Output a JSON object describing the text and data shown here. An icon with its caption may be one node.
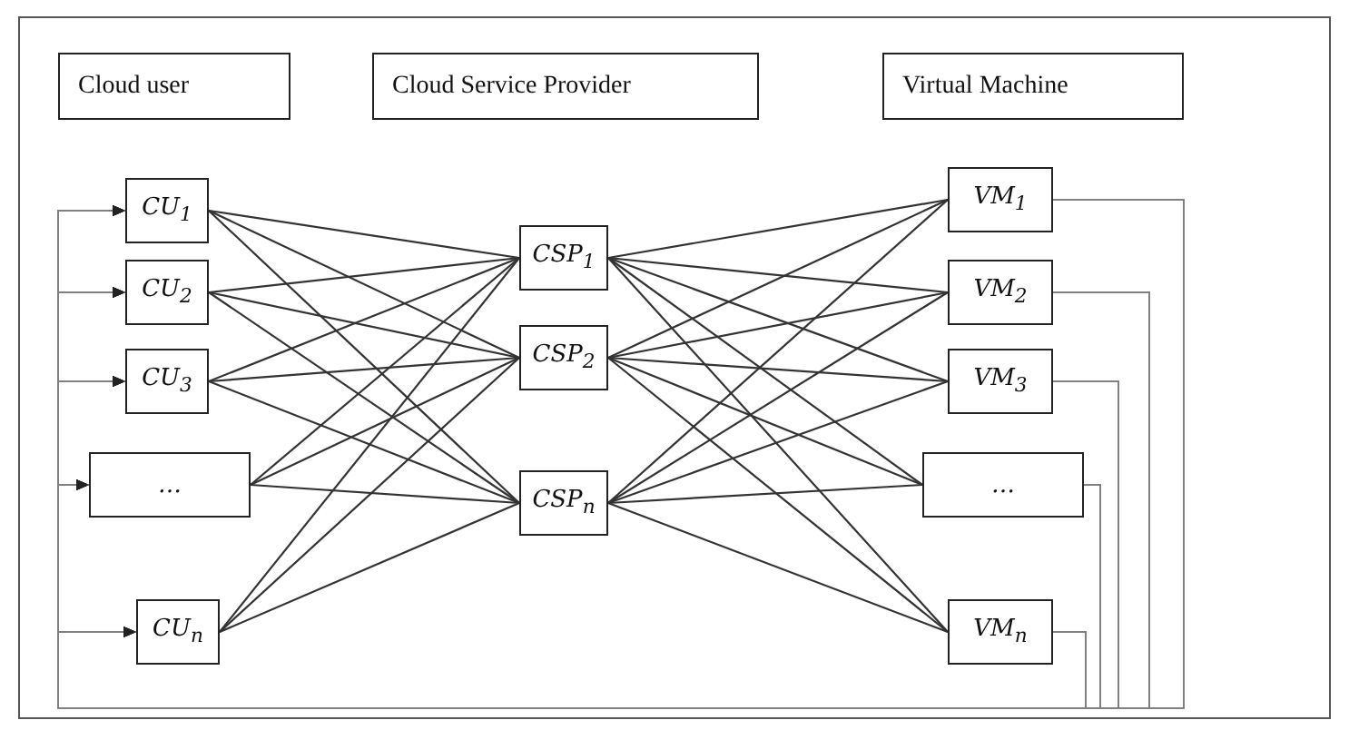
{
  "diagram": {
    "nodes": [
      {
        "text": [
          "Cloud user"
        ]
      },
      {
        "text": [
          "Cloud Service Provider"
        ]
      },
      {
        "text": [
          "Virtual Machine"
        ]
      },
      {
        "text": [
          "CU$_{1}$"
        ]
      },
      {
        "text": [
          "CU$_{2}$"
        ]
      },
      {
        "text": [
          "CU$_{3}$"
        ]
      },
      {
        "text": [
          "…"
        ]
      },
      {
        "text": [
          "CU$_{n}$"
        ]
      },
      {
        "text": [
          "CSP$_{1}$"
        ]
      },
      {
        "text": [
          "CSP$_{2}$"
        ]
      },
      {
        "text": [
          "CSP$_{n}$"
        ]
      },
      {
        "text": [
          "VM$_{1}$"
        ]
      },
      {
        "text": [
          "VM$_{2}$"
        ]
      },
      {
        "text": [
          "VM$_{3}$"
        ]
      },
      {
        "text": [
          "…"
        ]
      },
      {
        "text": [
          "VM$_{n}$"
        ]
      }
    ],
    "edges": [
      {
        "from": 3,
        "to": 8,
        "arrow": "none"
      },
      {
        "from": 3,
        "to": 9,
        "arrow": "none"
      },
      {
        "from": 3,
        "to": 10,
        "arrow": "none"
      },
      {
        "from": 4,
        "to": 8,
        "arrow": "none"
      },
      {
        "from": 4,
        "to": 9,
        "arrow": "none"
      },
      {
        "from": 4,
        "to": 10,
        "arrow": "none"
      },
      {
        "from": 5,
        "to": 8,
        "arrow": "none"
      },
      {
        "from": 5,
        "to": 9,
        "arrow": "none"
      },
      {
        "from": 5,
        "to": 10,
        "arrow": "none"
      },
      {
        "from": 6,
        "to": 8,
        "arrow": "none"
      },
      {
        "from": 6,
        "to": 9,
        "arrow": "none"
      },
      {
        "from": 6,
        "to": 10,
        "arrow": "none"
      },
      {
        "from": 7,
        "to": 8,
        "arrow": "none"
      },
      {
        "from": 7,
        "to": 9,
        "arrow": "none"
      },
      {
        "from": 7,
        "to": 10,
        "arrow": "none"
      },
      {
        "from": 8,
        "to": 11,
        "arrow": "none"
      },
      {
        "from": 8,
        "to": 12,
        "arrow": "none"
      },
      {
        "from": 8,
        "to": 13,
        "arrow": "none"
      },
      {
        "from": 8,
        "to": 14,
        "arrow": "none"
      },
      {
        "from": 8,
        "to": 15,
        "arrow": "none"
      },
      {
        "from": 9,
        "to": 11,
        "arrow": "none"
      },
      {
        "from": 9,
        "to": 12,
        "arrow": "none"
      },
      {
        "from": 9,
        "to": 13,
        "arrow": "none"
      },
      {
        "from": 9,
        "to": 14,
        "arrow": "none"
      },
      {
        "from": 9,
        "to": 15,
        "arrow": "none"
      },
      {
        "from": 10,
        "to": 11,
        "arrow": "none"
      },
      {
        "from": 10,
        "to": 12,
        "arrow": "none"
      },
      {
        "from": 10,
        "to": 13,
        "arrow": "none"
      },
      {
        "from": 10,
        "to": 14,
        "arrow": "none"
      },
      {
        "from": 10,
        "to": 15,
        "arrow": "none"
      },
      {
        "from": 11,
        "to": 3,
        "arrow": "to",
        "color": "#808080"
      },
      {
        "from": 11,
        "to": 4,
        "arrow": "to",
        "color": "#808080"
      },
      {
        "from": 11,
        "to": 5,
        "arrow": "to",
        "color": "#808080"
      },
      {
        "from": 11,
        "to": 6,
        "arrow": "to",
        "color": "#808080"
      },
      {
        "from": 11,
        "to": 7,
        "arrow": "to",
        "color": "#808080"
      },
      {
        "from": 12,
        "to": 3,
        "arrow": "to",
        "color": "#808080"
      },
      {
        "from": 12,
        "to": 4,
        "arrow": "to",
        "color": "#808080"
      },
      {
        "from": 12,
        "to": 5,
        "arrow": "to",
        "color": "#808080"
      },
      {
        "from": 12,
        "to": 6,
        "arrow": "to",
        "color": "#808080"
      },
      {
        "from": 12,
        "to": 7,
        "arrow": "to",
        "color": "#808080"
      },
      {
        "from": 13,
        "to": 3,
        "arrow": "to",
        "color": "#808080"
      },
      {
        "from": 13,
        "to": 4,
        "arrow": "to",
        "color": "#808080"
      },
      {
        "from": 13,
        "to": 5,
        "arrow": "to",
        "color": "#808080"
      },
      {
        "from": 13,
        "to": 6,
        "arrow": "to",
        "color": "#808080"
      },
      {
        "from": 13,
        "to": 7,
        "arrow": "to",
        "color": "#808080"
      },
      {
        "from": 14,
        "to": 3,
        "arrow": "to",
        "color": "#808080"
      },
      {
        "from": 14,
        "to": 4,
        "arrow": "to",
        "color": "#808080"
      },
      {
        "from": 14,
        "to": 5,
        "arrow": "to",
        "color": "#808080"
      },
      {
        "from": 14,
        "to": 6,
        "arrow": "to",
        "color": "#808080"
      },
      {
        "from": 14,
        "to": 7,
        "arrow": "to",
        "color": "#808080"
      },
      {
        "from": 15,
        "to": 3,
        "arrow": "to",
        "color": "#808080"
      },
      {
        "from": 15,
        "to": 4,
        "arrow": "to",
        "color": "#808080"
      },
      {
        "from": 15,
        "to": 5,
        "arrow": "to",
        "color": "#808080"
      },
      {
        "from": 15,
        "to": 6,
        "arrow": "to",
        "color": "#808080"
      },
      {
        "from": 15,
        "to": 7,
        "arrow": "to",
        "color": "#808080"
      }
    ]
  }
}
